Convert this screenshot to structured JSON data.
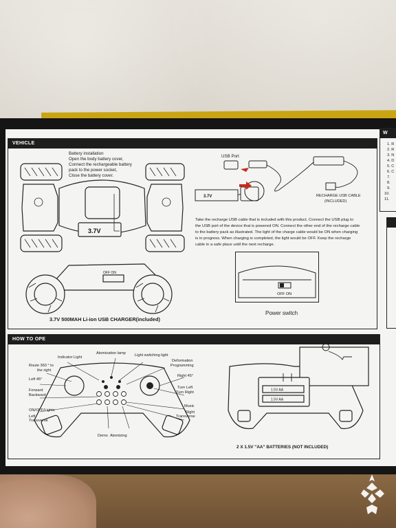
{
  "vehicle": {
    "header": "VEHICLE",
    "battery_title": "Battery installation",
    "battery_steps": [
      "Open the body battery cover,",
      "Connect the rechargeable battery",
      "pack to the power socket,",
      "Close the battery cover."
    ],
    "battery_label": "3.7V",
    "usb_port_label": "USB Port",
    "recharge_cable_label": "RECHARGE USB CABLE",
    "recharge_cable_note": "(INCLUDED)",
    "charging_lines": [
      "Take the recharge USB cable that is included with this product. Connect the USB plug to",
      "the USB port of the device that is powered ON. Connect the other end of the recharge cable",
      "to the battery pack as illustrated. The light of the charge cable would be ON when charging",
      "is in progress. When charging is completed, the light would be OFF. Keep the recharge",
      "cable in a safe place until the next recharge."
    ],
    "off_on": "OFF  ON",
    "power_switch": "Power switch",
    "charger_caption": "3.7V 500MAH Li-ion USB CHARGER(included)"
  },
  "side_panel": {
    "header_letter": "W",
    "numbers": [
      "1. R",
      "2. R",
      "3. N",
      "4. D",
      "5. C",
      "6. C",
      "7.",
      "8.",
      "9.",
      "10.",
      "11."
    ]
  },
  "how_to": {
    "header": "HOW TO OPE",
    "labels": {
      "atomization_lamp": "Atomization lamp",
      "indicator_light": "Indicator Light",
      "light_switching": "Light switching light",
      "deformation": "Deformation",
      "programming": "Programming",
      "route360": "Route 360 ° to",
      "the_right": "the right",
      "left45": "Left 45°",
      "right45": "Right 45°",
      "forward": "Forward",
      "backward": "Backward",
      "turn_left": "Turn Left",
      "turn_right": "Turn Right",
      "onoff": "ON/OFF/Lights",
      "music": "Music",
      "left": "Left",
      "transverse": "Transverse",
      "right": "Right",
      "right_transverse": "Transverse",
      "demo": "Demo",
      "atomizing": "Atomizing"
    },
    "battery_cell": "1.5V AA",
    "batteries_caption": "2 X 1.5V \"AA\" BATTERIES  (NOT INCLUDED)"
  },
  "colors": {
    "panel": "#f4f4f2",
    "box": "#151515",
    "accent_red": "#c8281e",
    "edge_yellow": "#c9a514"
  }
}
